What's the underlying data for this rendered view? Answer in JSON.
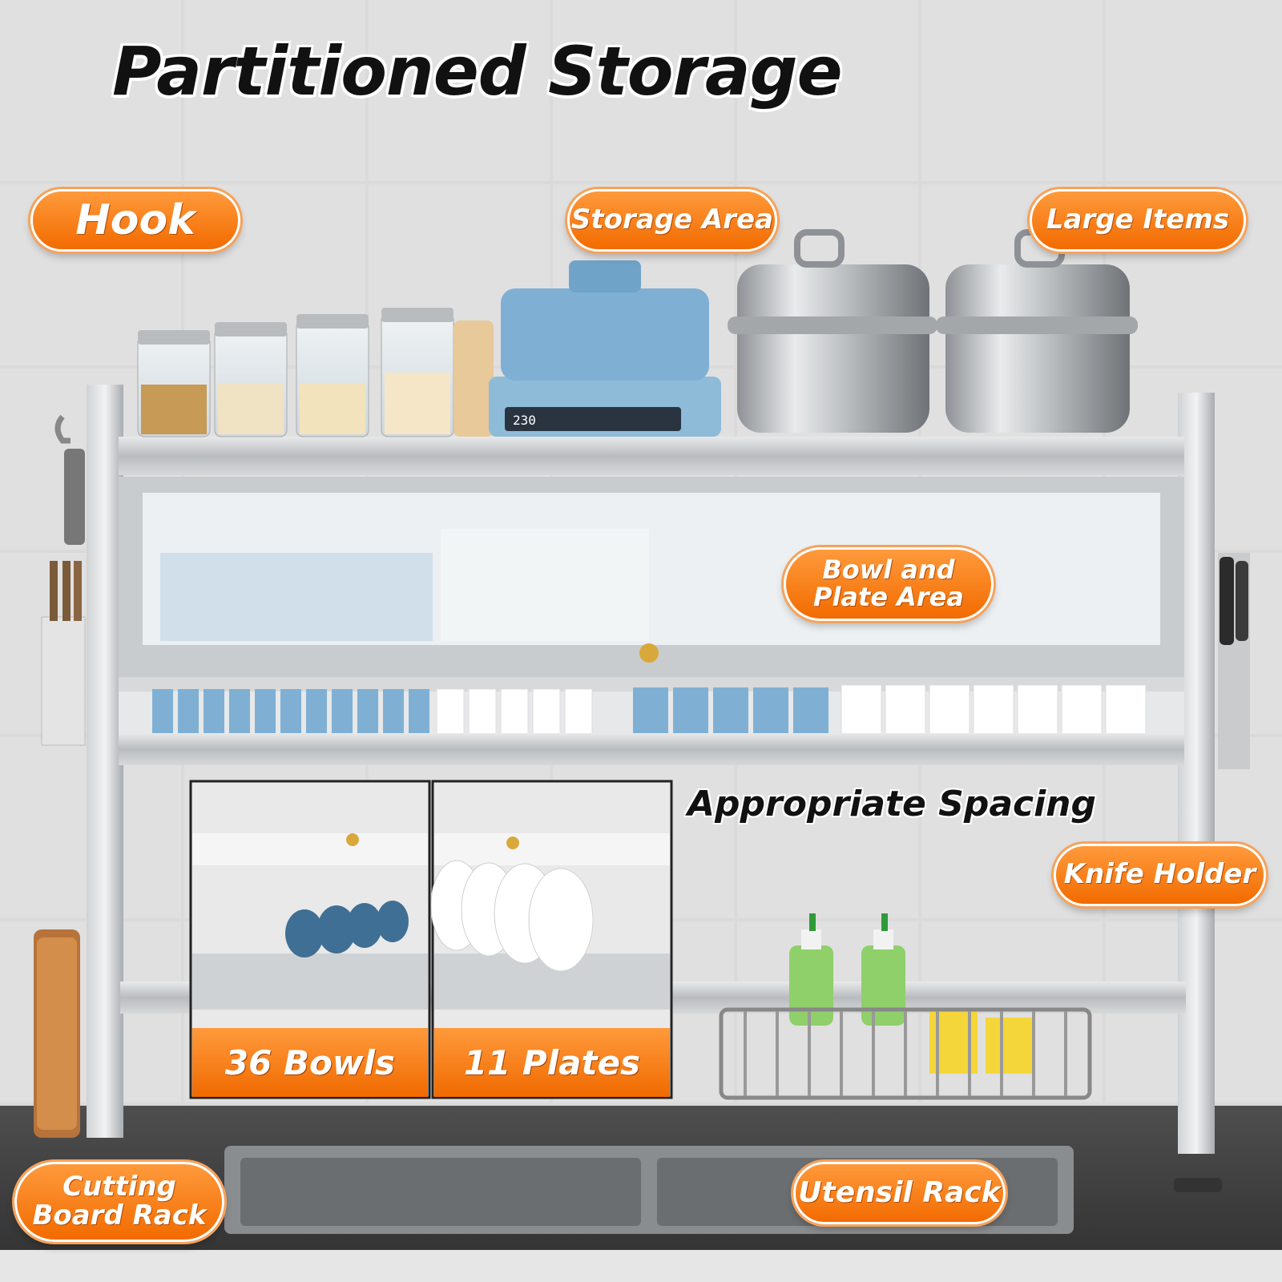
{
  "title": "Partitioned Storage",
  "subtitle": "Appropriate Spacing",
  "labels": {
    "hook": "Hook",
    "storage_area": "Storage Area",
    "large_items": "Large Items",
    "bowl_plate_line1": "Bowl and",
    "bowl_plate_line2": "Plate Area",
    "knife_holder": "Knife Holder",
    "cutting_board_line1": "Cutting",
    "cutting_board_line2": "Board Rack",
    "utensil_rack": "Utensil Rack"
  },
  "inset": {
    "bowls": "36 Bowls",
    "plates": "11 Plates"
  },
  "appliance_display": "230",
  "colors": {
    "accent_orange": "#f57c14",
    "appliance_blue": "#7fb0d4",
    "steel": "#b9bcbf",
    "wall_tile": "#d9d9d9"
  }
}
